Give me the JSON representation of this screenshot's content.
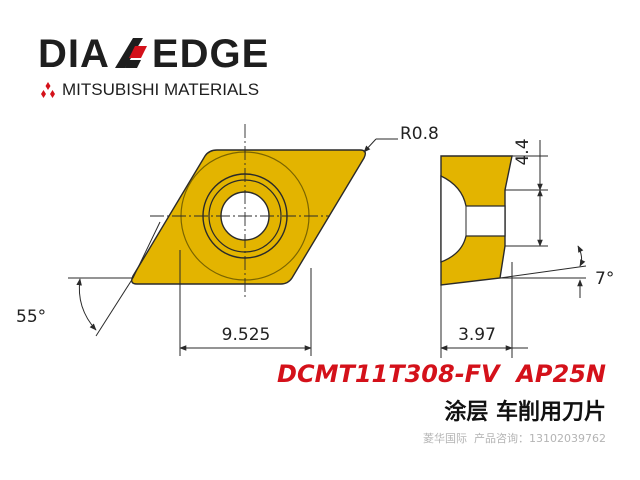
{
  "brand": {
    "name_left": "DIA",
    "name_right": "EDGE",
    "company": "MITSUBISHI MATERIALS",
    "logo_colors": {
      "dark": "#1e1e1e",
      "red": "#d4111a"
    }
  },
  "drawing": {
    "insert_color": "#e3b400",
    "outline_color": "#2a2a2a",
    "labels": {
      "radius": "R0.8",
      "thickness_top": "4.4",
      "angle_left": "55°",
      "angle_right": "7°",
      "width": "9.525",
      "side_width": "3.97"
    }
  },
  "product": {
    "model": "DCMT11T308-FV",
    "grade": "AP25N",
    "title_cn": "涂层 车削用刀片"
  },
  "footer": {
    "company_cn": "菱华国际",
    "label_cn": "产品咨询：",
    "phone": "13102039762"
  }
}
